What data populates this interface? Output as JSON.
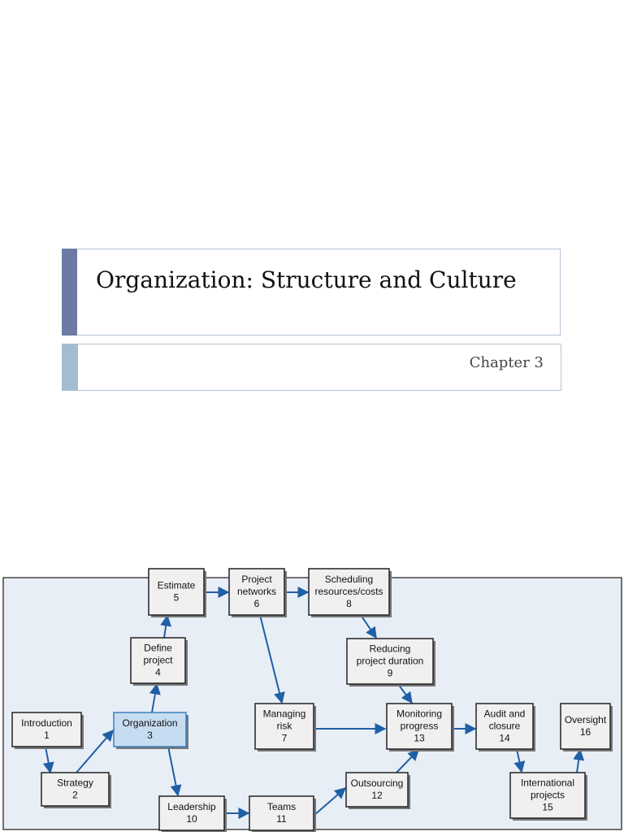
{
  "slide": {
    "title": "Organization: Structure and Culture",
    "subtitle": "Chapter 3"
  },
  "colors": {
    "title_accent": "#6e7aa6",
    "subtitle_accent": "#a2bdd2",
    "diagram_background": "#e8eef6",
    "box_fill": "#f0f0f0",
    "highlight_fill": "#c6dcf0",
    "highlight_border": "#3a7fc0",
    "arrow": "#1f5fa6"
  },
  "diagram": {
    "nodes": [
      {
        "id": "n1",
        "lines": [
          "Introduction",
          "1"
        ]
      },
      {
        "id": "n2",
        "lines": [
          "Strategy",
          "2"
        ]
      },
      {
        "id": "n3",
        "lines": [
          "Organization",
          "3"
        ],
        "highlight": true
      },
      {
        "id": "n4",
        "lines": [
          "Define",
          "project",
          "4"
        ]
      },
      {
        "id": "n5",
        "lines": [
          "Estimate",
          "5"
        ]
      },
      {
        "id": "n6",
        "lines": [
          "Project",
          "networks",
          "6"
        ]
      },
      {
        "id": "n7",
        "lines": [
          "Managing",
          "risk",
          "7"
        ]
      },
      {
        "id": "n8",
        "lines": [
          "Scheduling",
          "resources/costs",
          "8"
        ]
      },
      {
        "id": "n9",
        "lines": [
          "Reducing",
          "project duration",
          "9"
        ]
      },
      {
        "id": "n10",
        "lines": [
          "Leadership",
          "10"
        ]
      },
      {
        "id": "n11",
        "lines": [
          "Teams",
          "11"
        ]
      },
      {
        "id": "n12",
        "lines": [
          "Outsourcing",
          "12"
        ]
      },
      {
        "id": "n13",
        "lines": [
          "Monitoring",
          "progress",
          "13"
        ]
      },
      {
        "id": "n14",
        "lines": [
          "Audit and",
          "closure",
          "14"
        ]
      },
      {
        "id": "n15",
        "lines": [
          "International",
          "projects",
          "15"
        ]
      },
      {
        "id": "n16",
        "lines": [
          "Oversight",
          "16"
        ]
      }
    ],
    "edges": [
      [
        "n1",
        "n2"
      ],
      [
        "n2",
        "n3"
      ],
      [
        "n3",
        "n4"
      ],
      [
        "n4",
        "n5"
      ],
      [
        "n5",
        "n6"
      ],
      [
        "n6",
        "n8"
      ],
      [
        "n6",
        "n7"
      ],
      [
        "n8",
        "n9"
      ],
      [
        "n9",
        "n13"
      ],
      [
        "n7",
        "n13"
      ],
      [
        "n3",
        "n10"
      ],
      [
        "n10",
        "n11"
      ],
      [
        "n11",
        "n12"
      ],
      [
        "n12",
        "n13"
      ],
      [
        "n13",
        "n14"
      ],
      [
        "n14",
        "n15"
      ],
      [
        "n15",
        "n16"
      ]
    ]
  }
}
